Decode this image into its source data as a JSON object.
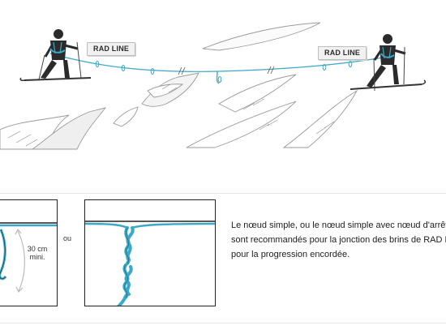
{
  "scene": {
    "left_tag": "RAD LINE",
    "right_tag": "RAD LINE"
  },
  "knots": {
    "min_length_line1": "30 cm",
    "min_length_line2": "mini.",
    "separator": "ou",
    "description": "Le nœud simple, ou le nœud simple avec nœud d'arrêt, sont recommandés pour la jonction des brins de RAD LINE pour la progression encordée."
  },
  "colors": {
    "rope": "#3aa8c8",
    "outline": "#222222",
    "ice": "#9a9a9a"
  }
}
